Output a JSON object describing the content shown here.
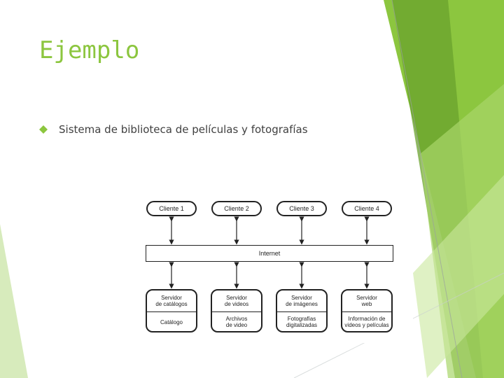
{
  "slide": {
    "title": "Ejemplo",
    "bullet": "Sistema de biblioteca de películas y fotografías",
    "accent_color": "#8cc63f",
    "bullet_icon": "diamond-icon"
  },
  "diagram": {
    "clients": [
      "Cliente 1",
      "Cliente 2",
      "Cliente 3",
      "Cliente 4"
    ],
    "network": "Internet",
    "servers": [
      {
        "name_line1": "Servidor",
        "name_line2": "de catálogos",
        "content_line1": "Catálogo",
        "content_line2": ""
      },
      {
        "name_line1": "Servidor",
        "name_line2": "de videos",
        "content_line1": "Archivos",
        "content_line2": "de video"
      },
      {
        "name_line1": "Servidor",
        "name_line2": "de imágenes",
        "content_line1": "Fotografías",
        "content_line2": "digitalizadas"
      },
      {
        "name_line1": "Servidor",
        "name_line2": "web",
        "content_line1": "Información de",
        "content_line2": "videos y películas"
      }
    ]
  }
}
